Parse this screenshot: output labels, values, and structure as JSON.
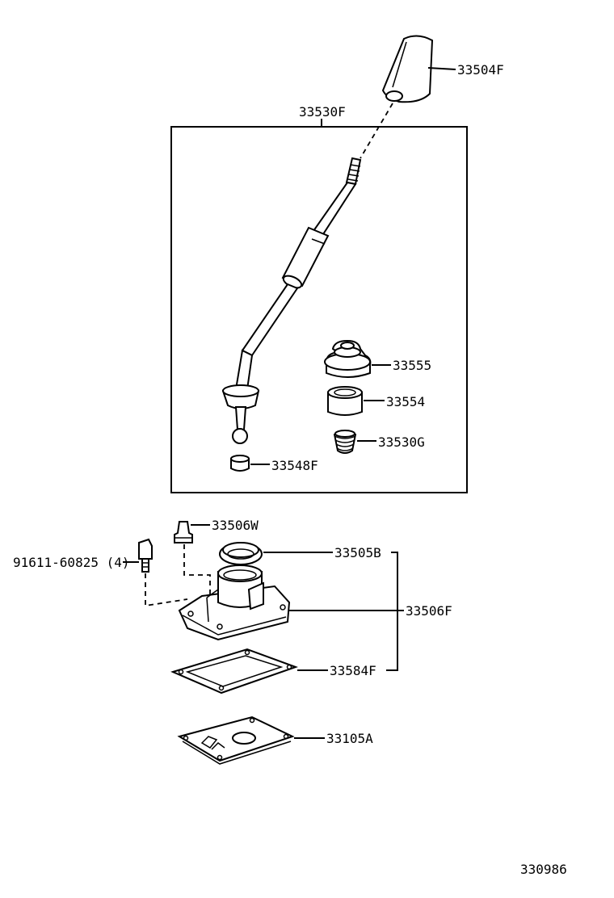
{
  "diagram": {
    "part_labels": {
      "knob": "33504F",
      "lever_assembly": "33530F",
      "boot": "33555",
      "bushing": "33554",
      "spring": "33530G",
      "seat": "33548F",
      "breather_plug": "33506W",
      "bolt": "91611-60825 (4)",
      "oil_seal": "33505B",
      "retainer": "33506F",
      "gasket": "33584F",
      "cover_plate": "33105A"
    },
    "figure_number": "330986"
  }
}
